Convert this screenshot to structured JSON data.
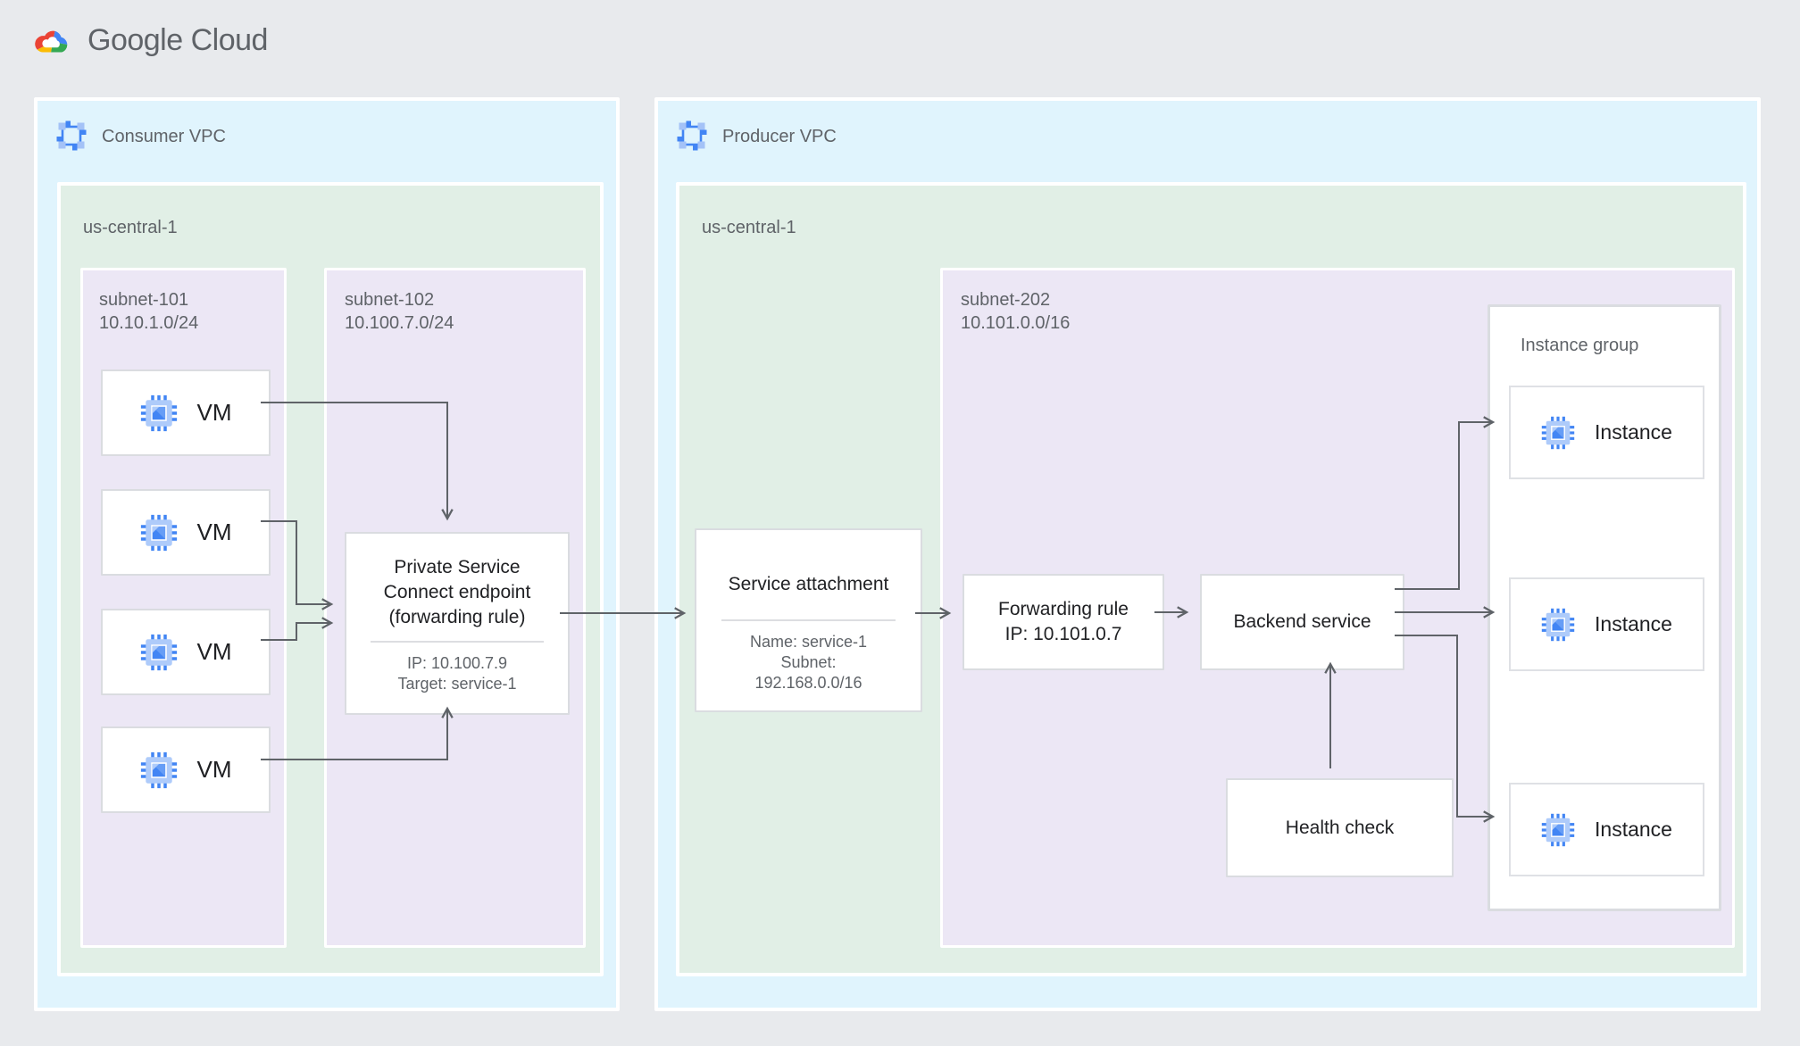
{
  "logo": {
    "brand": "Google",
    "product": "Cloud"
  },
  "consumer_vpc": {
    "label": "Consumer VPC",
    "region": {
      "label": "us-central-1",
      "subnet_101": {
        "name": "subnet-101",
        "cidr": "10.10.1.0/24",
        "vms": [
          {
            "label": "VM"
          },
          {
            "label": "VM"
          },
          {
            "label": "VM"
          },
          {
            "label": "VM"
          }
        ]
      },
      "subnet_102": {
        "name": "subnet-102",
        "cidr": "10.100.7.0/24",
        "psc_endpoint": {
          "title_line1": "Private Service",
          "title_line2": "Connect endpoint",
          "title_line3": "(forwarding rule)",
          "ip": "IP: 10.100.7.9",
          "target": "Target: service-1"
        }
      }
    }
  },
  "producer_vpc": {
    "label": "Producer VPC",
    "region": {
      "label": "us-central-1",
      "service_attachment": {
        "title": "Service attachment",
        "name": "Name: service-1",
        "subnet_label": "Subnet:",
        "subnet_cidr": "192.168.0.0/16"
      },
      "subnet_202": {
        "name": "subnet-202",
        "cidr": "10.101.0.0/16",
        "forwarding_rule": {
          "title": "Forwarding rule",
          "ip": "IP: 10.101.0.7"
        },
        "backend_service": {
          "title": "Backend service"
        },
        "health_check": {
          "title": "Health check"
        },
        "instance_group": {
          "label": "Instance group",
          "instances": [
            {
              "label": "Instance"
            },
            {
              "label": "Instance"
            },
            {
              "label": "Instance"
            }
          ]
        }
      }
    }
  },
  "colors": {
    "page_bg": "#e8eaed",
    "vpc_fill": "#e0f4fd",
    "region_fill": "#e1efe6",
    "subnet_fill": "#ece7f5",
    "node_border": "#dadce0",
    "arrow": "#5f6368",
    "accent_blue": "#4285f4",
    "logo_red": "#ea4335",
    "logo_yellow": "#fbbc04",
    "logo_green": "#34a853",
    "text_dark": "#202124",
    "text_gray": "#5f6368"
  }
}
